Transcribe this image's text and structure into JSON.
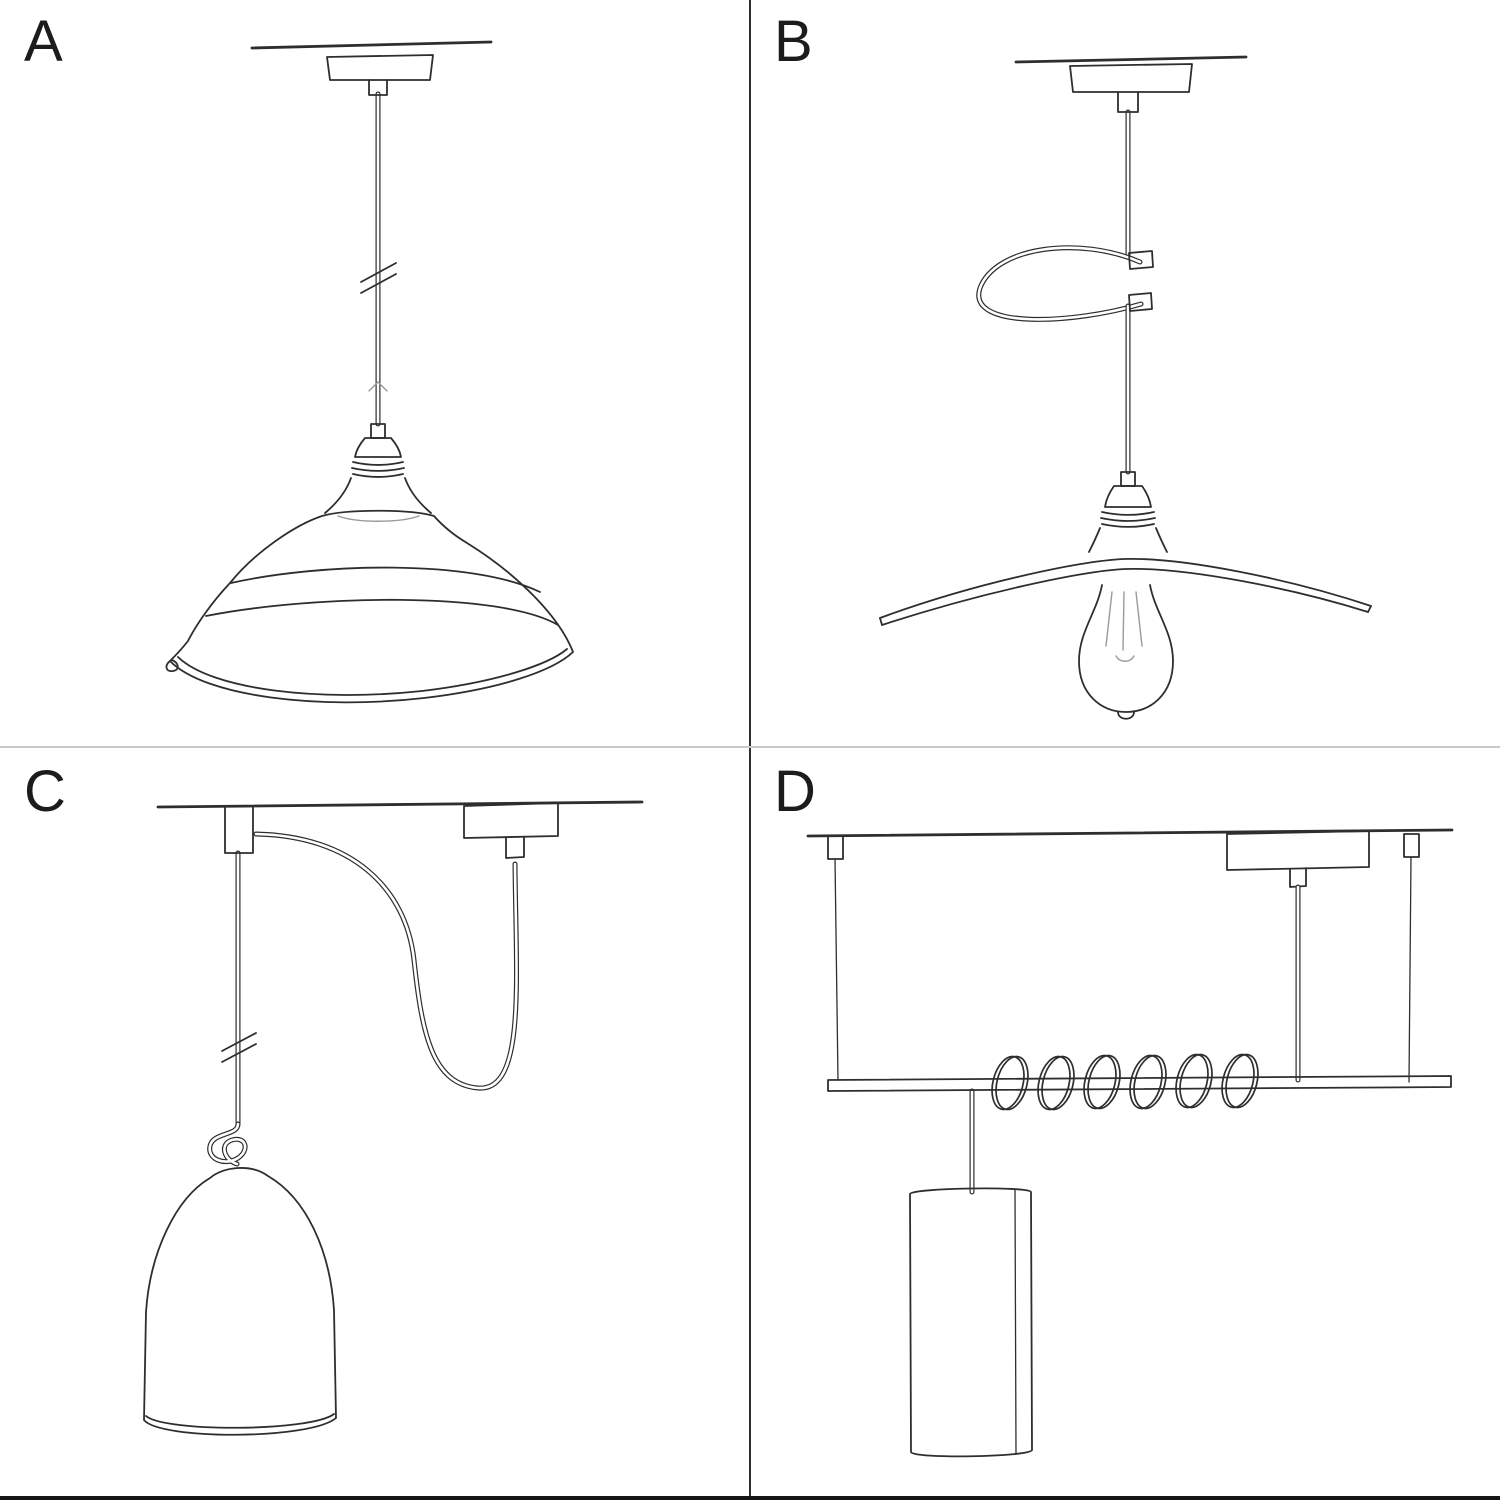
{
  "page": {
    "background_color": "#ffffff",
    "ink_color": "#2e2e2e",
    "vertical_divider_color": "#2e2e2e",
    "horizontal_divider_color": "#c9c9c9"
  },
  "panels": [
    {
      "label": "A",
      "illustration": "pendant-lamp-ceiling-rose-with-bistro-shade-sketch"
    },
    {
      "label": "B",
      "illustration": "pendant-lamp-cable-loop-flat-plate-shade-exposed-bulb-sketch"
    },
    {
      "label": "C",
      "illustration": "swag-pendant-ceiling-hook-bell-shade-knot-sketch"
    },
    {
      "label": "D",
      "illustration": "ceiling-bar-coiled-cable-tube-pendant-sketch"
    }
  ]
}
